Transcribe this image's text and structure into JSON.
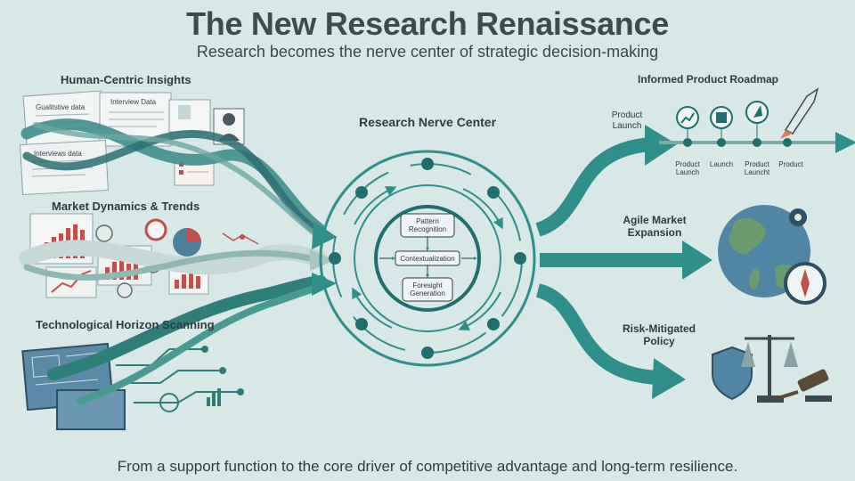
{
  "header": {
    "title": "The New Research Renaissance",
    "subtitle": "Research becomes the nerve center of strategic decision-making"
  },
  "inputs": {
    "human_centric": {
      "title": "Human-Centric Insights",
      "doc_labels": [
        "Gualitstive data",
        "Interview Data",
        "Interviews data"
      ]
    },
    "market": {
      "title": "Market Dynamics & Trends"
    },
    "tech": {
      "title": "Technological Horizon Scanning"
    }
  },
  "center": {
    "title": "Research Nerve Center",
    "stages": [
      "Pattern Recognition",
      "Contextualization",
      "Foresight Generation"
    ]
  },
  "outputs": {
    "roadmap": {
      "title": "Informed Product Roadmap",
      "arrow_label": "Product Launch",
      "milestones": [
        "Product Launch",
        "Launch",
        "Product Launcht",
        "Product"
      ]
    },
    "expansion": {
      "title": "Agile Market Expansion"
    },
    "policy": {
      "title": "Risk-Mitigated Policy"
    }
  },
  "footer": "From a support function to the core driver of competitive advantage and long-term resilience.",
  "colors": {
    "background": "#d8e8e6",
    "teal": "#2f8f8a",
    "teal_dark": "#1f6f6c",
    "text": "#3d4a50"
  }
}
